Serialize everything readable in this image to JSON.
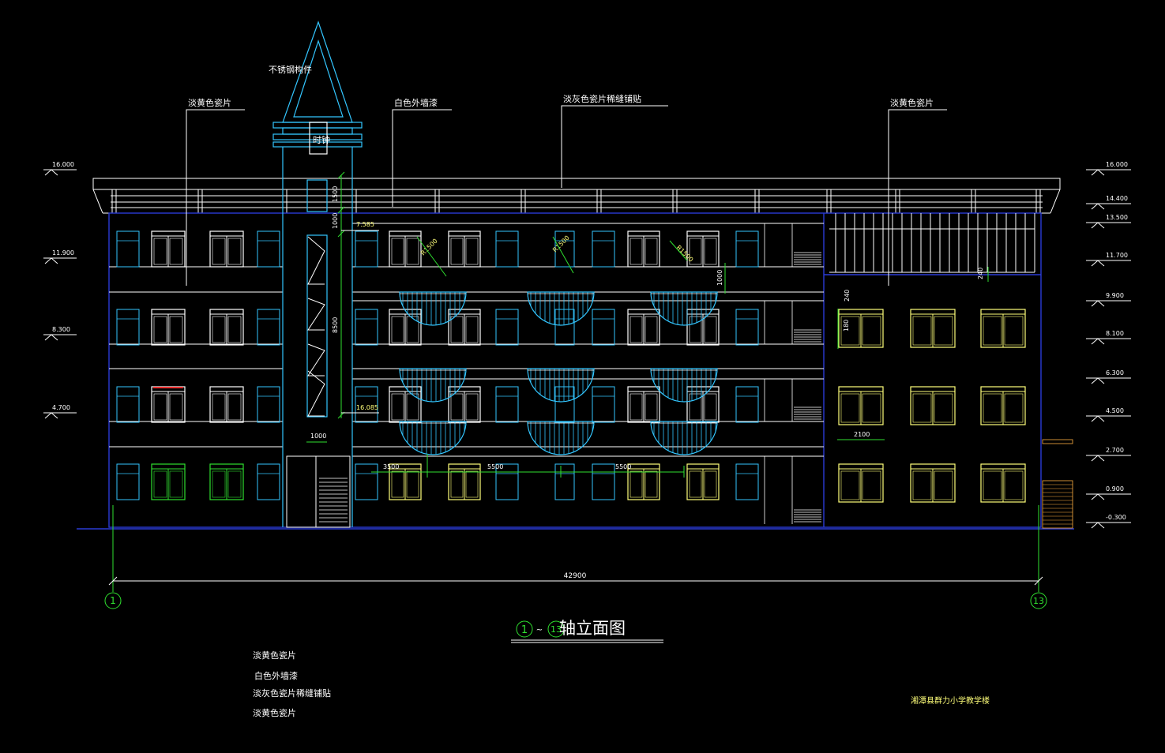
{
  "colors": {
    "background": "#000000",
    "outline": "#2a3bd6",
    "cyan": "#33c6ff",
    "white": "#ffffff",
    "yellow": "#ffff7a",
    "green": "#2fe02f",
    "red": "#ff3030",
    "amber": "#ffb040"
  },
  "drawing": {
    "title_axis_start": "1",
    "title_axis_end": "13",
    "title_tilde": "~",
    "title_text": "轴立面图",
    "total_width_dim": "42900",
    "axis_start_label": "1",
    "axis_end_label": "13",
    "project_name": "湘潭县群力小学教学楼"
  },
  "callouts": {
    "steel_component": "不锈钢构件",
    "yellow_tile_left": "淡黄色瓷片",
    "white_paint": "白色外墙漆",
    "grey_tile_joint": "淡灰色瓷片稀缝铺贴",
    "yellow_tile_right": "淡黄色瓷片",
    "clock": "时钟"
  },
  "notes": [
    "淡黄色瓷片",
    "白色外墙漆",
    "淡灰色瓷片稀缝铺贴",
    "淡黄色瓷片"
  ],
  "elevations_left": [
    "16.000",
    "11.900",
    "8.300",
    "4.700"
  ],
  "elevations_right": [
    "16.000",
    "14.400",
    "13.500",
    "11.700",
    "9.900",
    "8.100",
    "6.300",
    "4.500",
    "2.700",
    "0.900",
    "-0.300"
  ],
  "stair_dims": {
    "upper": "1500",
    "mid": "1000",
    "tall": "8500",
    "width": "1000",
    "level_top": "7.585",
    "level_bottom": "16.085"
  },
  "radius_labels": [
    "R1500",
    "R1500",
    "R1500"
  ],
  "side_dims": {
    "parapet": "1000",
    "right_top": "240",
    "right_small": "240",
    "right_window": "180",
    "right_width": "2100"
  },
  "bay_dims": [
    "3500",
    "5500",
    "5500"
  ]
}
